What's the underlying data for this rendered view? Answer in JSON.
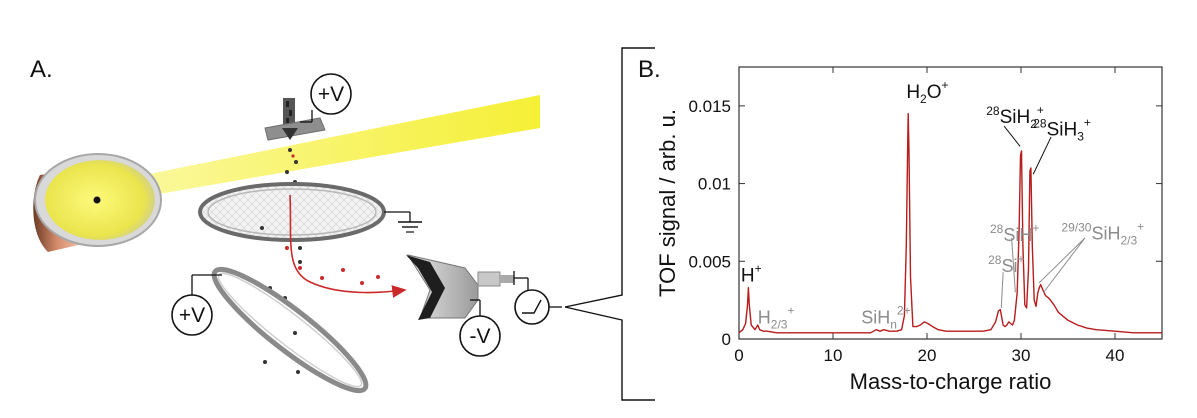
{
  "panels": {
    "a_label": "A.",
    "b_label": "B."
  },
  "apparatus": {
    "nozzle_voltage": "+V",
    "repeller_voltage": "+V",
    "detector_voltage": "-V",
    "colors": {
      "laser": "#f6f23a",
      "ion_trajectory": "#cc2a2a",
      "ground_grid": "#888888"
    }
  },
  "chart_data": {
    "type": "line",
    "xlabel": "Mass-to-charge ratio",
    "ylabel": "TOF signal / arb. u.",
    "xlim": [
      0,
      45
    ],
    "ylim": [
      0,
      0.0175
    ],
    "xticks": [
      0,
      10,
      20,
      30,
      40
    ],
    "xtick_labels": [
      "0",
      "10",
      "20",
      "30",
      "40"
    ],
    "yticks": [
      0,
      0.005,
      0.01,
      0.015
    ],
    "ytick_labels": [
      "0",
      "0.005",
      "0.01",
      "0.015"
    ],
    "grid": false,
    "line_color": "#b81c1c",
    "series": [
      {
        "x": [
          0,
          0.4,
          0.7,
          0.9,
          1.0,
          1.1,
          1.3,
          1.7,
          2.0,
          2.2,
          2.6,
          3.0,
          4,
          5,
          6,
          7,
          8,
          9,
          10,
          11,
          12,
          13,
          14,
          14.6,
          15.0,
          15.4,
          16,
          16.8,
          17.3,
          17.6,
          17.8,
          17.95,
          18.0,
          18.08,
          18.25,
          18.5,
          18.9,
          19.3,
          19.7,
          20.1,
          20.6,
          21.2,
          22,
          23,
          24,
          25,
          26,
          26.8,
          27.3,
          27.6,
          27.8,
          27.95,
          28.1,
          28.3,
          28.5,
          28.7,
          28.9,
          29.1,
          29.3,
          29.6,
          29.8,
          29.95,
          30.05,
          30.2,
          30.4,
          30.6,
          30.8,
          30.95,
          31.05,
          31.2,
          31.4,
          31.6,
          31.8,
          31.95,
          32.1,
          32.3,
          32.6,
          33.0,
          33.5,
          34.0,
          35.0,
          36,
          37,
          38,
          40,
          42,
          45
        ],
        "y": [
          0.0004,
          0.0006,
          0.001,
          0.0022,
          0.0033,
          0.0022,
          0.0009,
          0.0006,
          0.0009,
          0.0006,
          0.0005,
          0.0005,
          0.0004,
          0.0004,
          0.0004,
          0.0004,
          0.0004,
          0.0004,
          0.0004,
          0.0004,
          0.0004,
          0.0004,
          0.0004,
          0.0006,
          0.0005,
          0.0006,
          0.0005,
          0.0005,
          0.0006,
          0.0015,
          0.006,
          0.0125,
          0.0145,
          0.012,
          0.004,
          0.0008,
          0.0008,
          0.0009,
          0.0011,
          0.001,
          0.0008,
          0.0006,
          0.0005,
          0.0005,
          0.0005,
          0.0005,
          0.0005,
          0.0006,
          0.0011,
          0.0018,
          0.0019,
          0.0014,
          0.0009,
          0.0008,
          0.0009,
          0.0011,
          0.001,
          0.0009,
          0.0012,
          0.003,
          0.007,
          0.0118,
          0.0121,
          0.006,
          0.0022,
          0.002,
          0.0045,
          0.0108,
          0.011,
          0.006,
          0.0025,
          0.0021,
          0.003,
          0.0033,
          0.0035,
          0.0032,
          0.0028,
          0.0026,
          0.0022,
          0.0017,
          0.0012,
          0.0009,
          0.0007,
          0.0006,
          0.0005,
          0.0004,
          0.0004
        ]
      }
    ],
    "annotations": [
      {
        "id": "h-plus",
        "base": "H",
        "sup": "+",
        "sub": "",
        "pre": "",
        "color": "#111111",
        "x": 0.2,
        "y": 0.0037
      },
      {
        "id": "h23-plus",
        "base": "H",
        "sub": "2/3",
        "sup": "+",
        "pre": "",
        "color": "#8c8c8c",
        "x": 2.0,
        "y": 0.001
      },
      {
        "id": "sihn-2plus",
        "base": "SiH",
        "sub": "n",
        "sup": "2+",
        "pre": "",
        "color": "#8c8c8c",
        "x": 13.0,
        "y": 0.001
      },
      {
        "id": "h2o-plus",
        "base": "H",
        "sub": "2",
        "mid": "O",
        "sup": "+",
        "pre": "",
        "color": "#111111",
        "x": 17.8,
        "y": 0.0155
      },
      {
        "id": "28sih2-plus",
        "pre": "28",
        "base": "SiH",
        "sub": "2",
        "sup": "+",
        "color": "#111111",
        "x": 26.3,
        "y": 0.0139
      },
      {
        "id": "28sih3-plus",
        "pre": "28",
        "base": "SiH",
        "sub": "3",
        "sup": "+",
        "color": "#111111",
        "x": 31.3,
        "y": 0.0131
      },
      {
        "id": "28sih-plus",
        "pre": "28",
        "base": "SiH",
        "sub": "",
        "sup": "+",
        "color": "#8c8c8c",
        "x": 26.7,
        "y": 0.0063
      },
      {
        "id": "2930sih23-plus",
        "pre": "29/30",
        "base": "SiH",
        "sub": "2/3",
        "sup": "+",
        "color": "#8c8c8c",
        "x": 34.3,
        "y": 0.0064
      },
      {
        "id": "28si-plus",
        "pre": "28",
        "base": "Si",
        "sub": "",
        "sup": "+",
        "color": "#8c8c8c",
        "x": 26.5,
        "y": 0.0043
      }
    ],
    "pointer_lines": [
      {
        "id": "sih2-pointer",
        "color": "#111111",
        "from": [
          28.2,
          0.0137
        ],
        "to": [
          29.9,
          0.0124
        ]
      },
      {
        "id": "sih3-pointer",
        "color": "#111111",
        "from": [
          33.2,
          0.013
        ],
        "to": [
          31.3,
          0.0106
        ]
      },
      {
        "id": "sih-pointer",
        "color": "#8c8c8c",
        "from": [
          29.0,
          0.0065
        ],
        "to": [
          29.4,
          0.003
        ]
      },
      {
        "id": "si-pointer",
        "color": "#8c8c8c",
        "from": [
          28.1,
          0.0043
        ],
        "to": [
          27.9,
          0.002
        ]
      },
      {
        "id": "sih23-pointer-a",
        "color": "#8c8c8c",
        "from": [
          36.8,
          0.0065
        ],
        "to": [
          31.9,
          0.0036
        ]
      },
      {
        "id": "sih23-pointer-b",
        "color": "#8c8c8c",
        "from": [
          36.8,
          0.0065
        ],
        "to": [
          32.4,
          0.003
        ]
      }
    ]
  }
}
